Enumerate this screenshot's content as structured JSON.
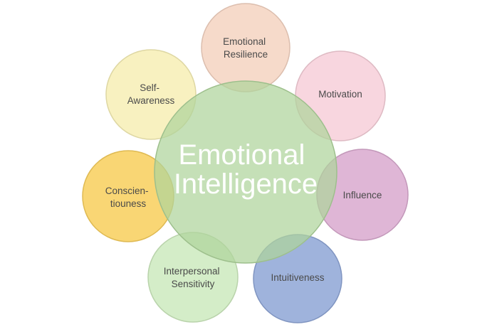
{
  "center": {
    "lines": [
      "Emotional",
      "Intelligence"
    ],
    "color": "#aed49b"
  },
  "bubbles": [
    {
      "id": "emotional-resilience",
      "lines": [
        "Emotional",
        "Resilience"
      ],
      "color": "#f4d3c1"
    },
    {
      "id": "motivation",
      "lines": [
        "Motivation"
      ],
      "color": "#f7cfd9"
    },
    {
      "id": "influence",
      "lines": [
        "Influence"
      ],
      "color": "#d9a9cf"
    },
    {
      "id": "intuitiveness",
      "lines": [
        "Intuitiveness"
      ],
      "color": "#8ea6d6"
    },
    {
      "id": "interpersonal-sensitivity",
      "lines": [
        "Interpersonal",
        "Sensitivity"
      ],
      "color": "#cdeabe"
    },
    {
      "id": "conscientiousness",
      "lines": [
        "Conscien-",
        "tiouness"
      ],
      "color": "#f8cf5c"
    },
    {
      "id": "self-awareness",
      "lines": [
        "Self-",
        "Awareness"
      ],
      "color": "#f7efb5"
    }
  ]
}
